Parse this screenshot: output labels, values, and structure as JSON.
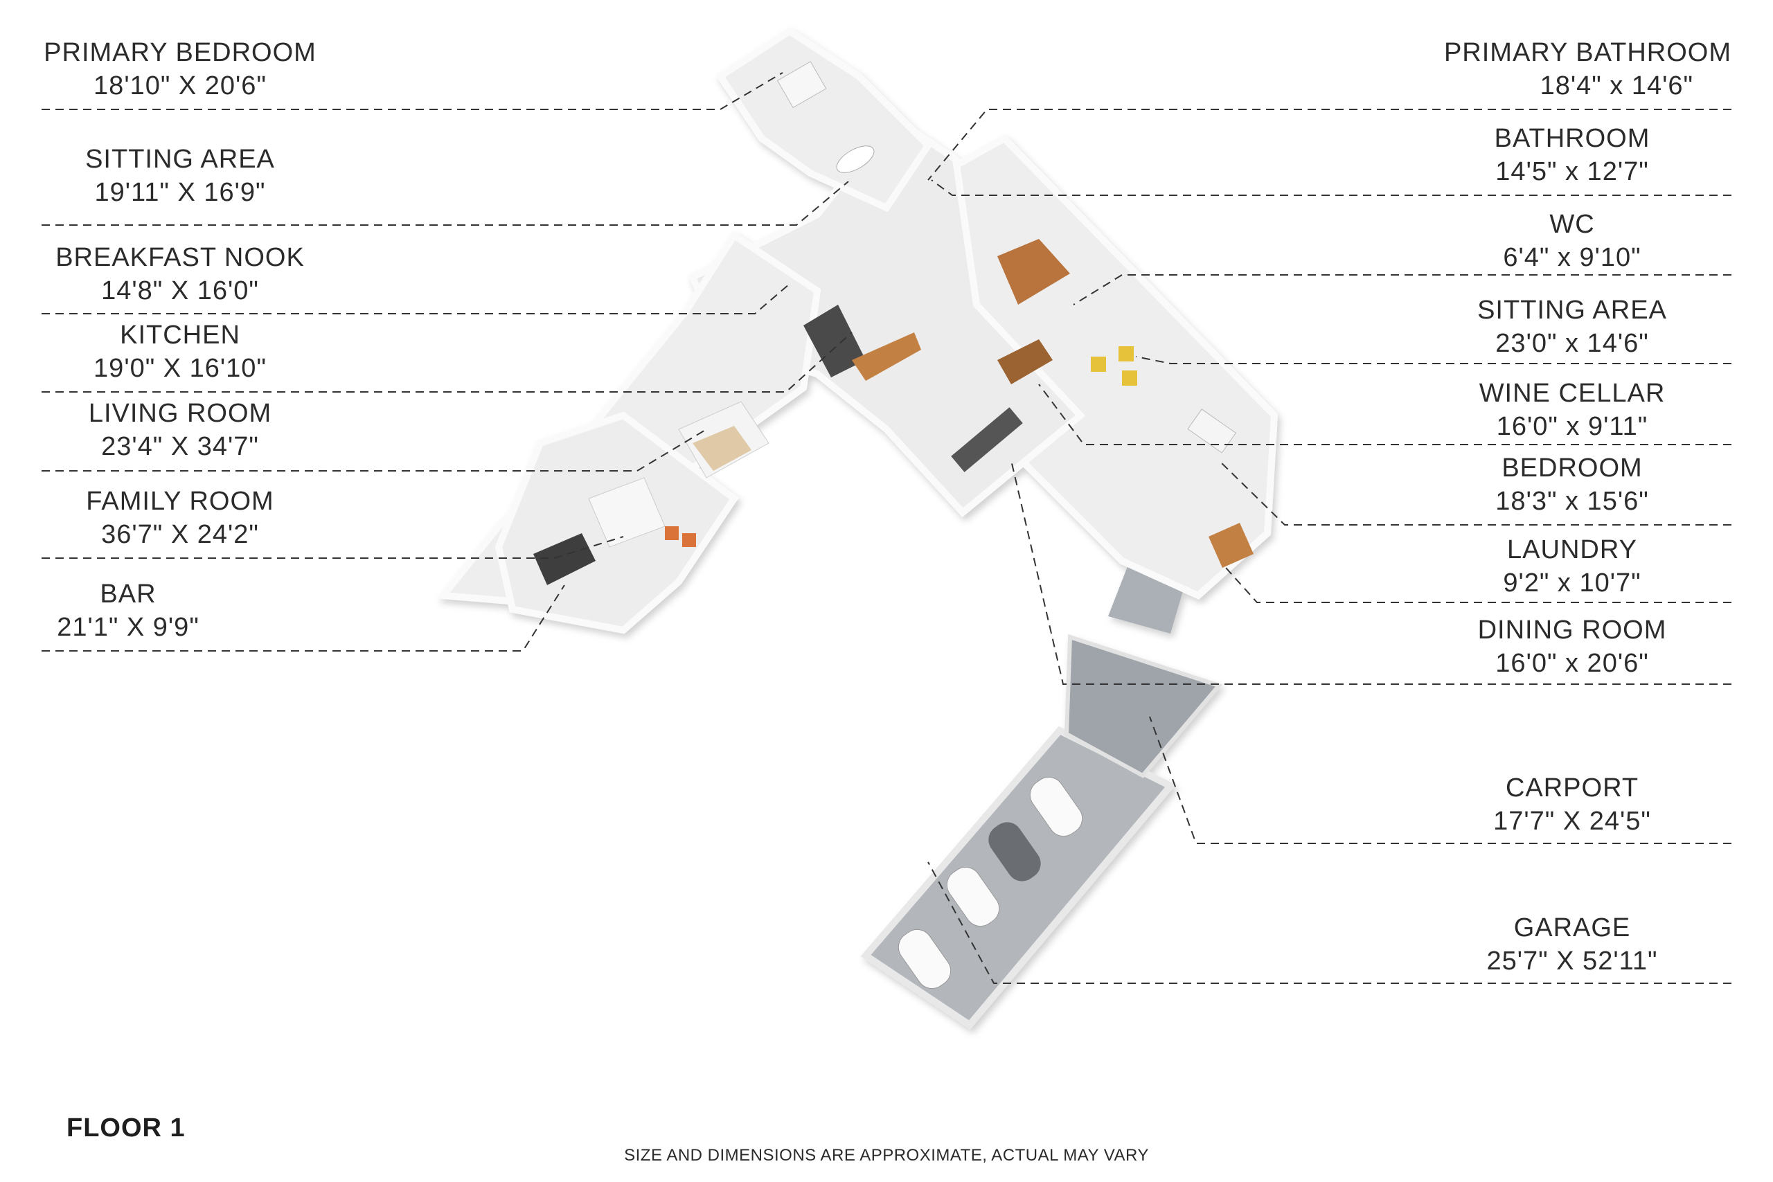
{
  "labels": {
    "primary_bedroom": {
      "name": "PRIMARY BEDROOM",
      "dims": "18'10\" X 20'6\""
    },
    "sitting_area_left": {
      "name": "SITTING AREA",
      "dims": "19'11\" X 16'9\""
    },
    "breakfast_nook": {
      "name": "BREAKFAST NOOK",
      "dims": "14'8\" X 16'0\""
    },
    "kitchen": {
      "name": "KITCHEN",
      "dims": "19'0\" X 16'10\""
    },
    "living_room": {
      "name": "LIVING ROOM",
      "dims": "23'4\" X 34'7\""
    },
    "family_room": {
      "name": "FAMILY ROOM",
      "dims": "36'7\" X 24'2\""
    },
    "bar": {
      "name": "BAR",
      "dims": "21'1\" X 9'9\""
    },
    "primary_bathroom": {
      "name": "PRIMARY BATHROOM",
      "dims": "18'4\" x 14'6\""
    },
    "bathroom": {
      "name": "BATHROOM",
      "dims": "14'5\" x 12'7\""
    },
    "wc": {
      "name": "WC",
      "dims": "6'4\" x 9'10\""
    },
    "sitting_area_right": {
      "name": "SITTING AREA",
      "dims": "23'0\" x 14'6\""
    },
    "wine_cellar": {
      "name": "WINE CELLAR",
      "dims": "16'0\" x 9'11\""
    },
    "bedroom": {
      "name": "BEDROOM",
      "dims": "18'3\" x 15'6\""
    },
    "laundry": {
      "name": "LAUNDRY",
      "dims": "9'2\" x 10'7\""
    },
    "dining_room": {
      "name": "DINING ROOM",
      "dims": "16'0\" x 20'6\""
    },
    "carport": {
      "name": "CARPORT",
      "dims": "17'7\" X 24'5\""
    },
    "garage": {
      "name": "GARAGE",
      "dims": "25'7\" X 52'11\""
    }
  },
  "floor_title": "FLOOR 1",
  "disclaimer": "SIZE AND DIMENSIONS ARE APPROXIMATE, ACTUAL MAY VARY",
  "colors": {
    "floor": "#eeeeee",
    "wall": "#fafafa",
    "wall_shadow": "#c9c9c9",
    "wood": "#b8743c",
    "garage_floor": "#aeb3b8",
    "leader": "#333333",
    "sofa": "#f2f2f2",
    "accent_yellow": "#e6c23a",
    "accent_orange": "#d9733a"
  }
}
